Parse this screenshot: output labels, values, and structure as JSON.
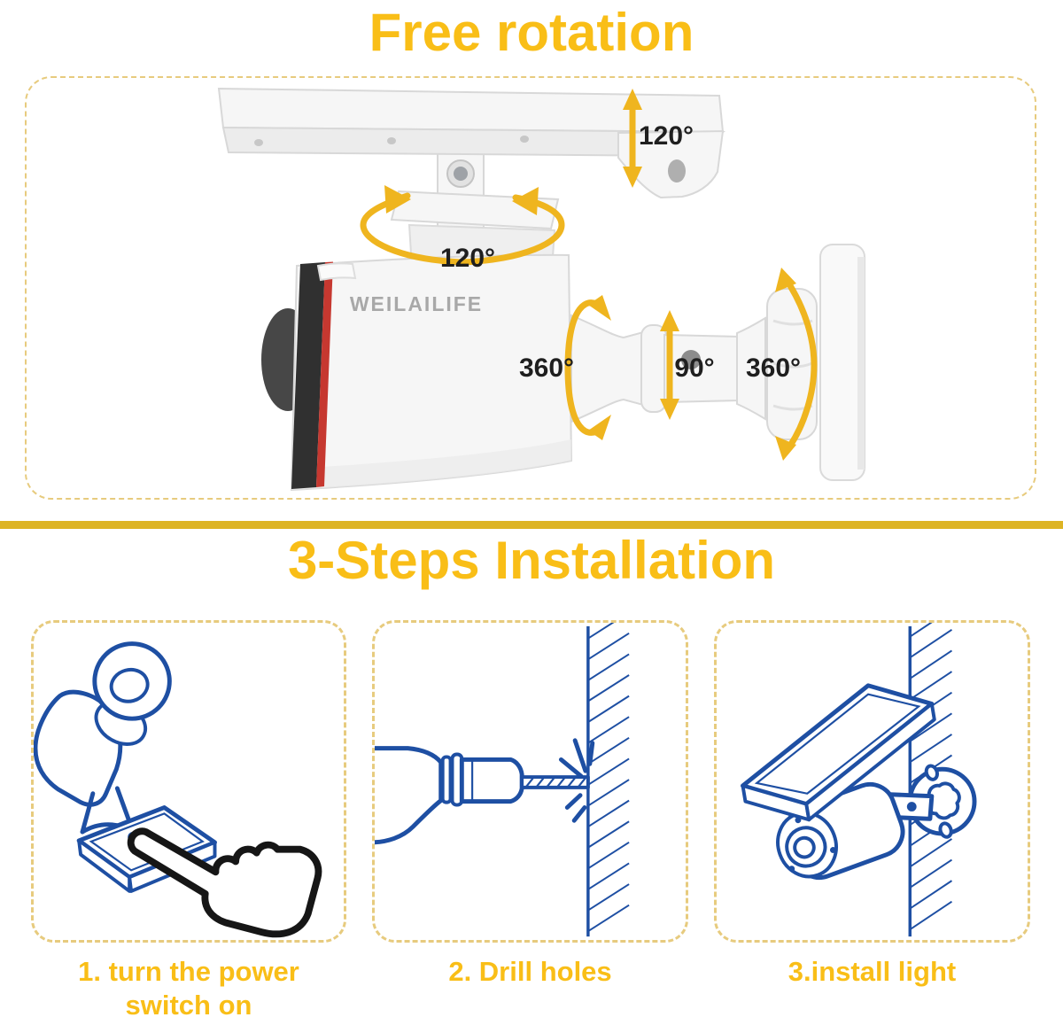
{
  "page": {
    "free_rotation_title": "Free rotation",
    "installation_title": "3-Steps Installation"
  },
  "colors": {
    "gold": "#F9BE17",
    "divider": "#DDB424",
    "dash": "#E7CB7E",
    "arrow": "#EFB51F",
    "blue": "#1E4FA3",
    "hand": "#161616",
    "label": "#1F1F1F",
    "brandgray": "#A8A8A8"
  },
  "rotation_diagram": {
    "brand": "WEILAILIFE",
    "angles": {
      "panel_tilt": "120°",
      "bracket_pan": "120°",
      "body_roll": "360°",
      "joint_tilt": "90°",
      "mount_roll": "360°"
    }
  },
  "installation_steps": [
    {
      "caption_lines": [
        "1. turn the power",
        "switch on"
      ]
    },
    {
      "caption_lines": [
        "2. Drill holes"
      ]
    },
    {
      "caption_lines": [
        "3.install light"
      ]
    }
  ]
}
